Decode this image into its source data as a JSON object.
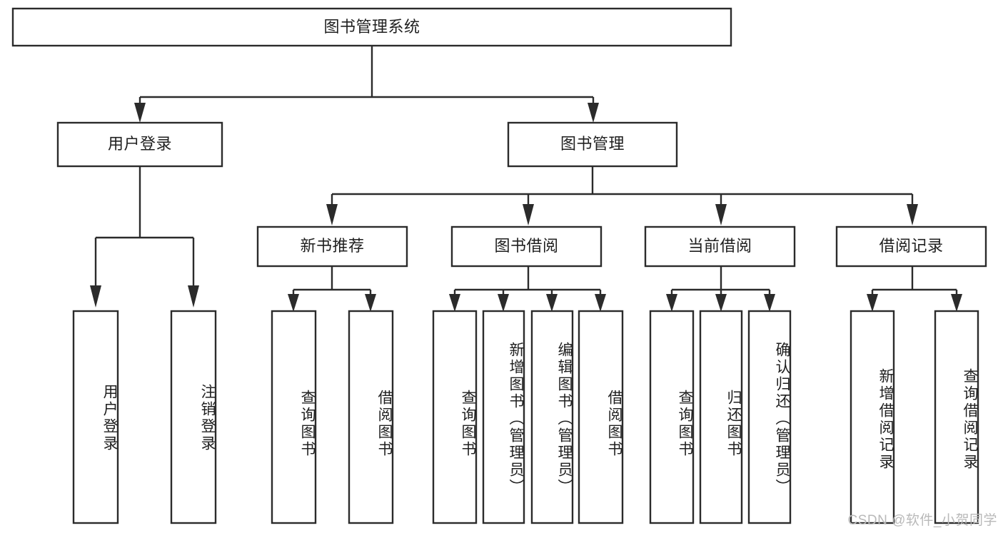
{
  "diagram": {
    "type": "tree-hierarchy",
    "title": "图书管理系统",
    "watermark": "CSDN @软件_小贺同学",
    "colors": {
      "box_stroke": "#2b2b2b",
      "box_fill": "#ffffff",
      "text": "#1f1f1f",
      "background": "#ffffff",
      "watermark": "#b9b9b9"
    },
    "root": {
      "label": "图书管理系统"
    },
    "level2": [
      {
        "label": "用户登录"
      },
      {
        "label": "图书管理"
      }
    ],
    "level3": [
      {
        "label": "新书推荐"
      },
      {
        "label": "图书借阅"
      },
      {
        "label": "当前借阅"
      },
      {
        "label": "借阅记录"
      }
    ],
    "leaves": {
      "user_login": [
        {
          "label": "用户登录"
        },
        {
          "label": "注销登录"
        }
      ],
      "new_book": [
        {
          "label": "查询图书"
        },
        {
          "label": "借阅图书"
        }
      ],
      "book_borrow": [
        {
          "label": "查询图书"
        },
        {
          "label": "新增图书（管理员）"
        },
        {
          "label": "编辑图书（管理员）"
        },
        {
          "label": "借阅图书"
        }
      ],
      "current_borrow": [
        {
          "label": "查询图书"
        },
        {
          "label": "归还图书"
        },
        {
          "label": "确认归还（管理员）"
        }
      ],
      "borrow_record": [
        {
          "label": "新增借阅记录"
        },
        {
          "label": "查询借阅记录"
        }
      ]
    }
  }
}
